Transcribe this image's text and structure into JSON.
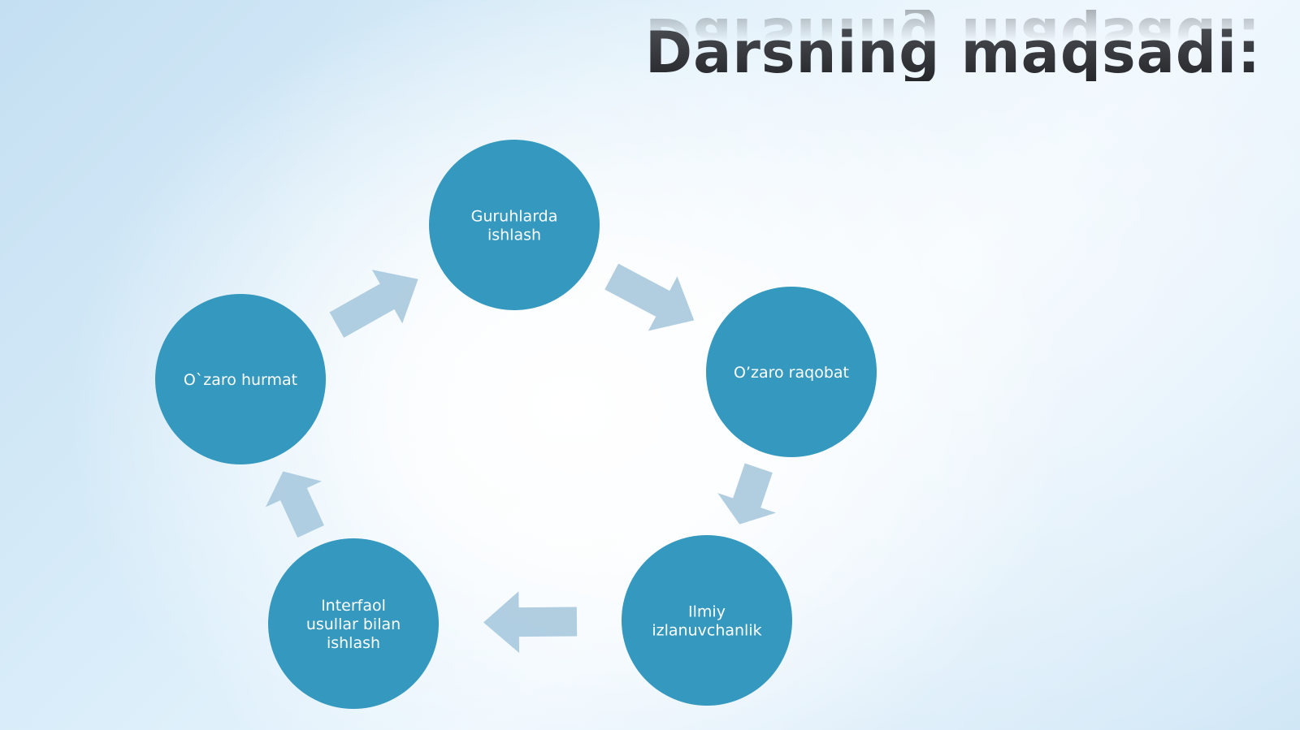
{
  "slide": {
    "title": "Darsning maqsadi:"
  },
  "diagram": {
    "colors": {
      "node": "#3598bf",
      "arrow": "#a9c9de",
      "text": "#ffffff"
    },
    "nodes": [
      {
        "id": "guruhlarda",
        "lines": [
          "Guruhlarda",
          "ishlash"
        ]
      },
      {
        "id": "raqobat",
        "lines": [
          "O’zaro raqobat"
        ]
      },
      {
        "id": "ilmiy",
        "lines": [
          "Ilmiy",
          "izlanuvchanlik"
        ]
      },
      {
        "id": "interfaol",
        "lines": [
          "Interfaol",
          "usullar bilan",
          "ishlash"
        ]
      },
      {
        "id": "hurmat",
        "lines": [
          "O`zaro hurmat"
        ]
      }
    ],
    "edges": [
      {
        "from": "guruhlarda",
        "to": "raqobat"
      },
      {
        "from": "raqobat",
        "to": "ilmiy"
      },
      {
        "from": "ilmiy",
        "to": "interfaol"
      },
      {
        "from": "interfaol",
        "to": "hurmat"
      },
      {
        "from": "hurmat",
        "to": "guruhlarda"
      }
    ]
  }
}
